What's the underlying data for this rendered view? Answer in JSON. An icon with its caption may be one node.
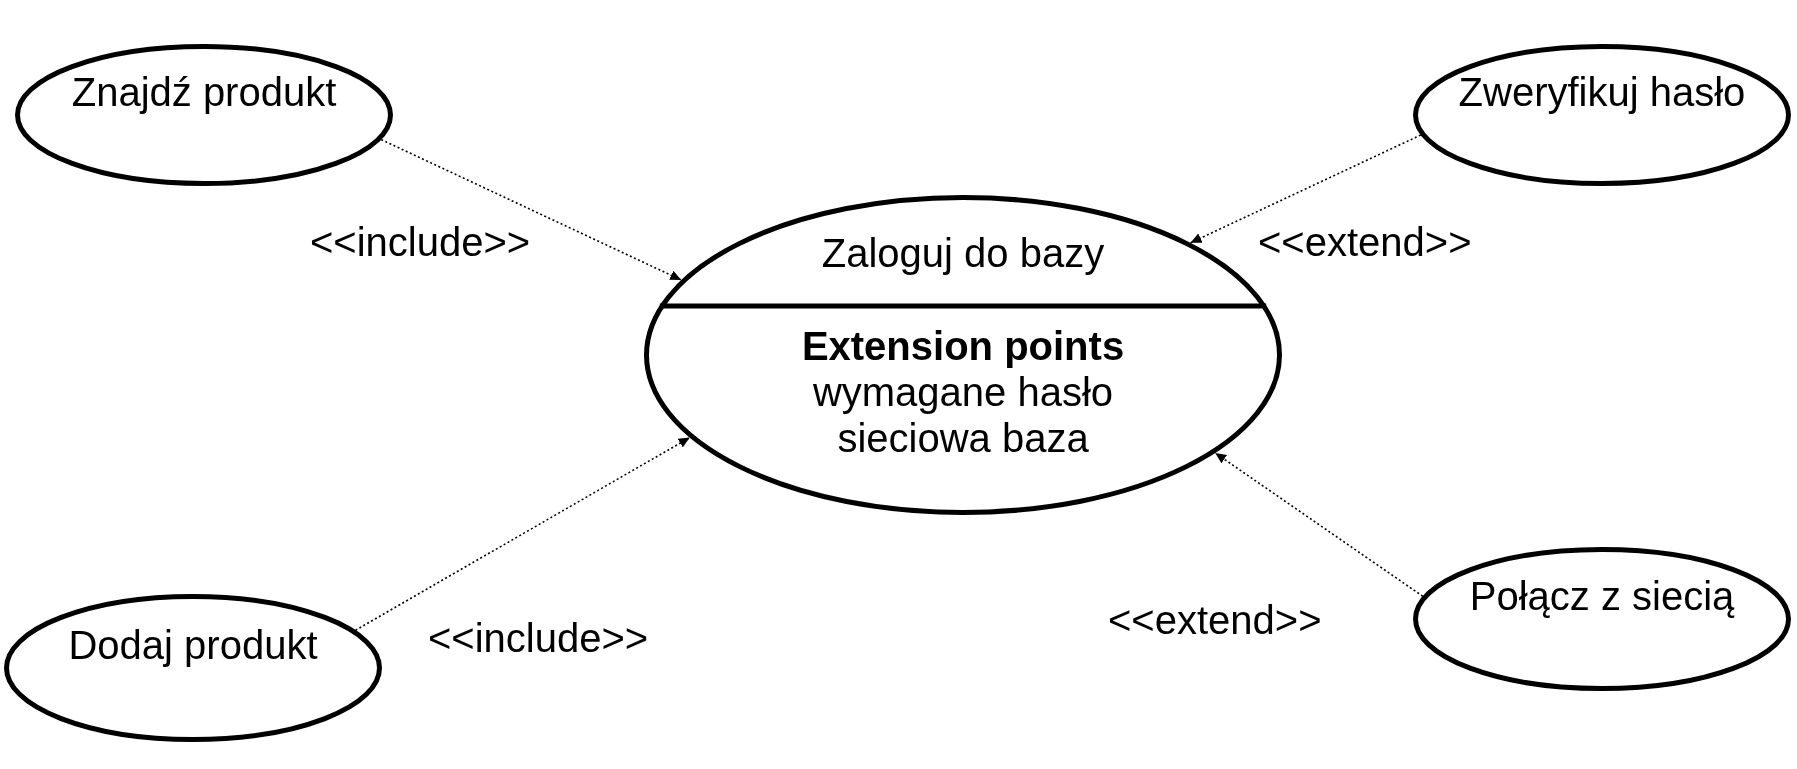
{
  "diagram": {
    "nodes": [
      {
        "text": [
          "Znajdź produkt"
        ]
      },
      {
        "text": [
          "Zweryfikuj hasło"
        ]
      },
      {
        "text": [
          "Zaloguj do bazy",
          "Extension points",
          "wymagane hasło",
          "sieciowa baza"
        ]
      },
      {
        "text": [
          "Dodaj produkt"
        ]
      },
      {
        "text": [
          "Połącz z siecią"
        ]
      }
    ],
    "edges": [
      {
        "from": 0,
        "to": 2,
        "arrow": "to",
        "label": "<<include>>",
        "style": "dashed"
      },
      {
        "from": 1,
        "to": 2,
        "arrow": "to",
        "label": "<<extend>>",
        "style": "dashed"
      },
      {
        "from": 3,
        "to": 2,
        "arrow": "to",
        "label": "<<include>>",
        "style": "dashed"
      },
      {
        "from": 4,
        "to": 2,
        "arrow": "to",
        "label": "<<extend>>",
        "style": "dashed"
      }
    ]
  }
}
